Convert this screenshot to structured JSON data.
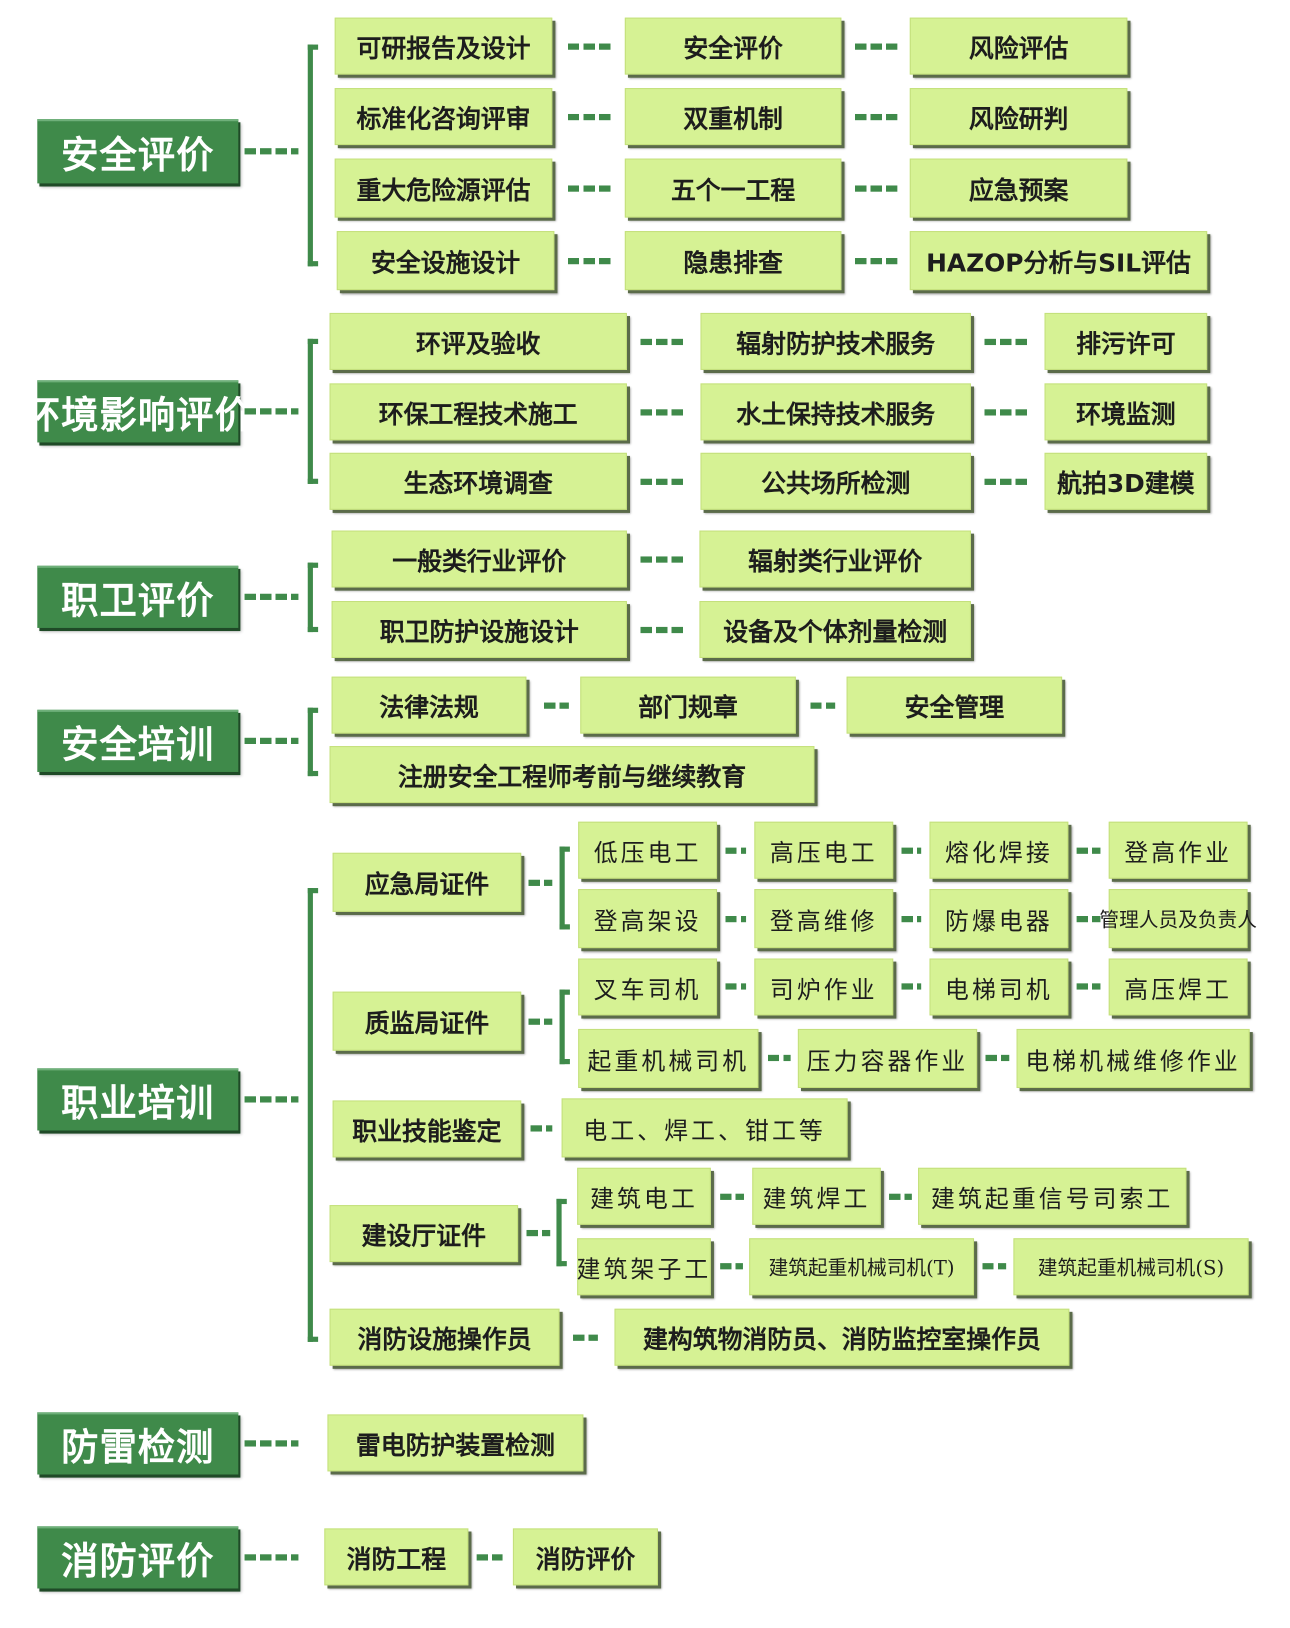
{
  "sections": [
    {
      "category": "安全评价",
      "nodes": [
        "可研报告及设计",
        "安全评价",
        "风险评估",
        "标准化咨询评审",
        "双重机制",
        "风险研判",
        "重大危险源评估",
        "五个一工程",
        "应急预案",
        "安全设施设计",
        "隐患排查",
        "HAZOP分析与SIL评估"
      ]
    },
    {
      "category": "环境影响评价",
      "nodes": [
        "环评及验收",
        "辐射防护技术服务",
        "排污许可",
        "环保工程技术施工",
        "水土保持技术服务",
        "环境监测",
        "生态环境调查",
        "公共场所检测",
        "航拍3D建模"
      ]
    },
    {
      "category": "职卫评价",
      "nodes": [
        "一般类行业评价",
        "辐射类行业评价",
        "职卫防护设施设计",
        "设备及个体剂量检测"
      ]
    },
    {
      "category": "安全培训",
      "nodes": [
        "法律法规",
        "部门规章",
        "安全管理",
        "注册安全工程师考前与继续教育"
      ]
    },
    {
      "category": "职业培训",
      "nodes": [
        "应急局证件",
        "低压电工",
        "高压电工",
        "熔化焊接",
        "登高作业",
        "登高架设",
        "登高维修",
        "防爆电器",
        "管理人员及负责人",
        "质监局证件",
        "叉车司机",
        "司炉作业",
        "电梯司机",
        "高压焊工",
        "起重机械司机",
        "压力容器作业",
        "电梯机械维修作业",
        "职业技能鉴定",
        "电工、焊工、钳工等",
        "建设厅证件",
        "建筑电工",
        "建筑焊工",
        "建筑起重信号司索工",
        "建筑架子工",
        "建筑起重机械司机(T)",
        "建筑起重机械司机(S)",
        "消防设施操作员",
        "建构筑物消防员、消防监控室操作员"
      ]
    },
    {
      "category": "防雷检测",
      "nodes": [
        "雷电防护装置检测"
      ]
    },
    {
      "category": "消防评价",
      "nodes": [
        "消防工程",
        "消防评价"
      ]
    }
  ]
}
